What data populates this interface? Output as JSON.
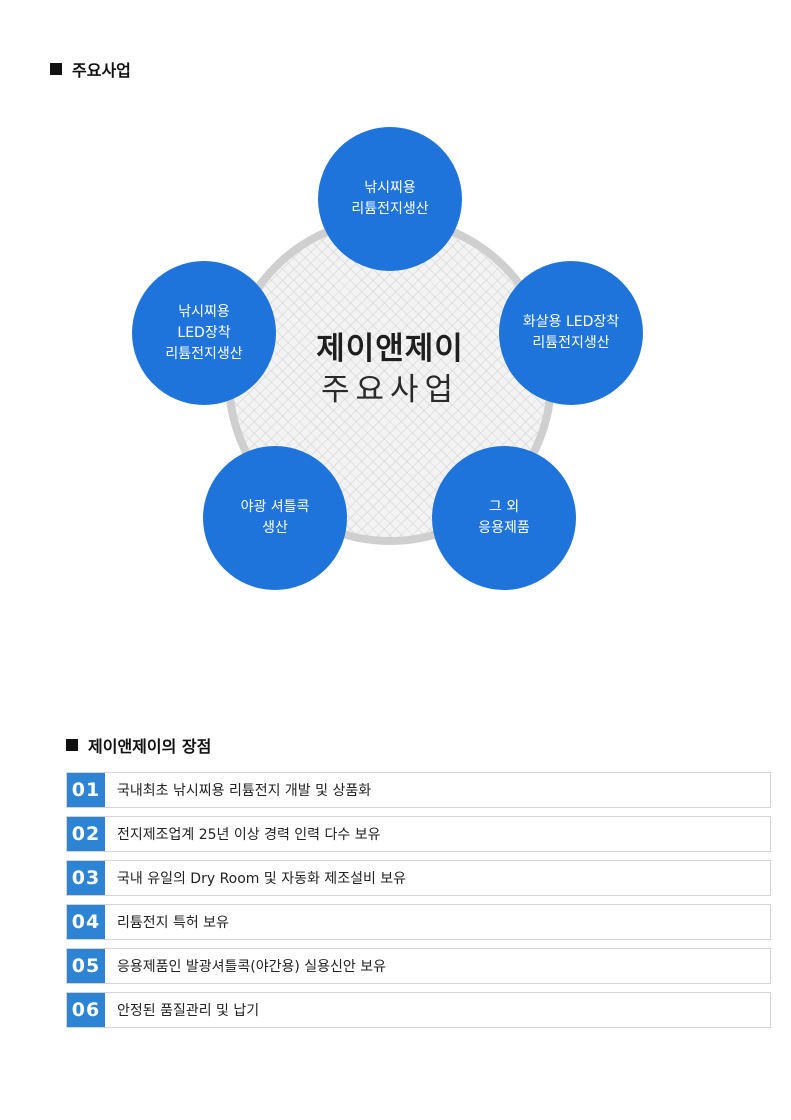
{
  "section1": {
    "title": "주요사업"
  },
  "center": {
    "main": "제이앤제이",
    "sub": "주요사업"
  },
  "bubbles": [
    {
      "text": "낚시찌용\n리튬전지생산"
    },
    {
      "text": "낚시찌용\nLED장착\n리튬전지생산"
    },
    {
      "text": "화살용 LED장착\n리튬전지생산"
    },
    {
      "text": "야광 셔틀콕\n생산"
    },
    {
      "text": "그 외\n응용제품"
    }
  ],
  "section2": {
    "title": "제이앤제이의 장점"
  },
  "advantages": [
    {
      "num": "01",
      "text": "국내최초 낚시찌용 리튬전지 개발 및 상품화"
    },
    {
      "num": "02",
      "text": "전지제조업계 25년 이상 경력 인력 다수 보유"
    },
    {
      "num": "03",
      "text": "국내 유일의 Dry Room 및 자동화 제조설비 보유"
    },
    {
      "num": "04",
      "text": "리튬전지 특허 보유"
    },
    {
      "num": "05",
      "text": "응용제품인 발광셔틀콕(야간용) 실용신안 보유"
    },
    {
      "num": "06",
      "text": "안정된 품질관리 및 납기"
    }
  ],
  "colors": {
    "bubble": "#1f74dc",
    "number_badge": "#2e84d4",
    "ring": "#cfcfcf"
  }
}
